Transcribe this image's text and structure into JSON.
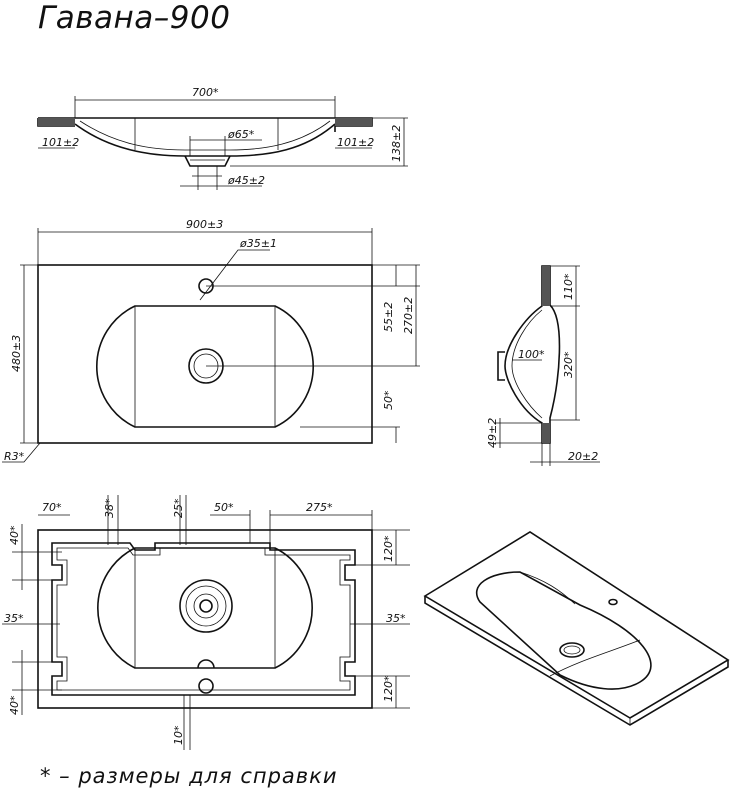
{
  "title": "Гавана–900",
  "footnote": "* – размеры для справки",
  "section_view": {
    "width": "700*",
    "left_rim": "101±2",
    "right_rim": "101±2",
    "drain_top": "ø65*",
    "drain_bottom": "ø45±2",
    "height": "138±2"
  },
  "top_view": {
    "width": "900±3",
    "tap_hole": "ø35±1",
    "height": "480±3",
    "hole_offset": "55±2",
    "bowl_depth": "270±2",
    "front_offset": "50*",
    "corner_radius": "R3*"
  },
  "side_view": {
    "top": "110*",
    "middle": "320*",
    "bottom": "49±2",
    "bowl_depth": "100*",
    "edge": "20±2"
  },
  "bottom_view": {
    "left_margin": "70*",
    "rib_left": "38*",
    "rib_mid": "25*",
    "gap": "50*",
    "right_part": "275*",
    "left_top": "40*",
    "left_mid": "35*",
    "left_bottom": "40*",
    "right_top": "120*",
    "right_mid": "35*",
    "right_bottom": "120*",
    "bottom_gap": "10*"
  }
}
